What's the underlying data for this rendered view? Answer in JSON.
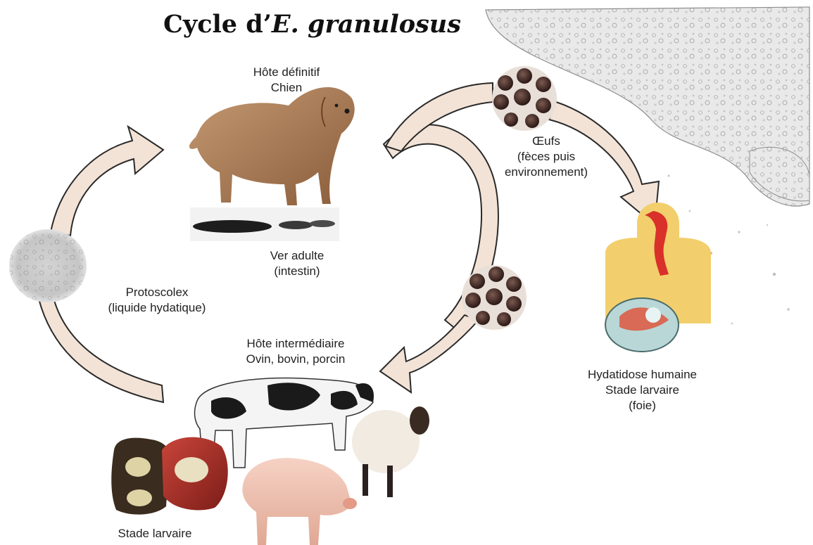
{
  "title": {
    "prefix": "Cycle d’",
    "species": "E. granulosus"
  },
  "labels": {
    "definitive_host": [
      "Hôte définitif",
      "Chien"
    ],
    "adult_worm": [
      "Ver adulte",
      "(intestin)"
    ],
    "eggs": [
      "Œufs",
      "(fèces puis",
      "environnement)"
    ],
    "protoscolex": [
      "Protoscolex",
      "(liquide hydatique)"
    ],
    "intermediate_host": [
      "Hôte intermédiaire",
      "Ovin, bovin, porcin"
    ],
    "human": [
      "Hydatidose humaine",
      "Stade larvaire",
      "(foie)"
    ],
    "larval_stage": [
      "Stade larvaire"
    ]
  },
  "colors": {
    "arrow_fill": "#f3e3d6",
    "arrow_stroke": "#2a2a2a",
    "egg": "#3a2320",
    "egg_rim": "#e8dfd8",
    "body_yellow": "#f2cf6c",
    "gut_red": "#d9302a"
  },
  "icons": [
    "dog-illustration",
    "adult-worm-illustration",
    "egg-cluster-illustration",
    "protoscolex-illustration",
    "cow-illustration",
    "sheep-illustration",
    "pig-illustration",
    "cyst-organ-illustration",
    "human-torso-illustration",
    "cell-texture-illustration"
  ]
}
